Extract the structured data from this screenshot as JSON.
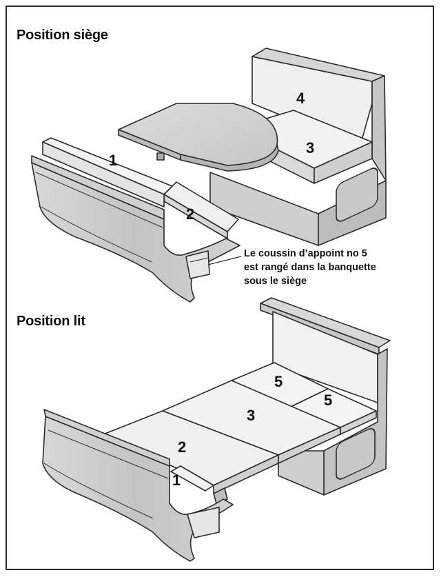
{
  "headings": {
    "seat": "Position siège",
    "bed": "Position lit"
  },
  "seat_labels": {
    "one": "1",
    "two": "2",
    "three": "3",
    "four": "4"
  },
  "note_lines": [
    "Le coussin d’appoint no 5",
    "est rangé dans la banquette",
    "sous le siège"
  ],
  "bed_labels": {
    "one": "1",
    "two": "2",
    "three": "3",
    "five_a": "5",
    "five_b": "5"
  },
  "colors": {
    "outline": "#2a2a2a",
    "panel_dark": "#c9c9c9",
    "panel_mid": "#dedede",
    "panel_light": "#ececec",
    "cushion": "#f4f4f4"
  }
}
